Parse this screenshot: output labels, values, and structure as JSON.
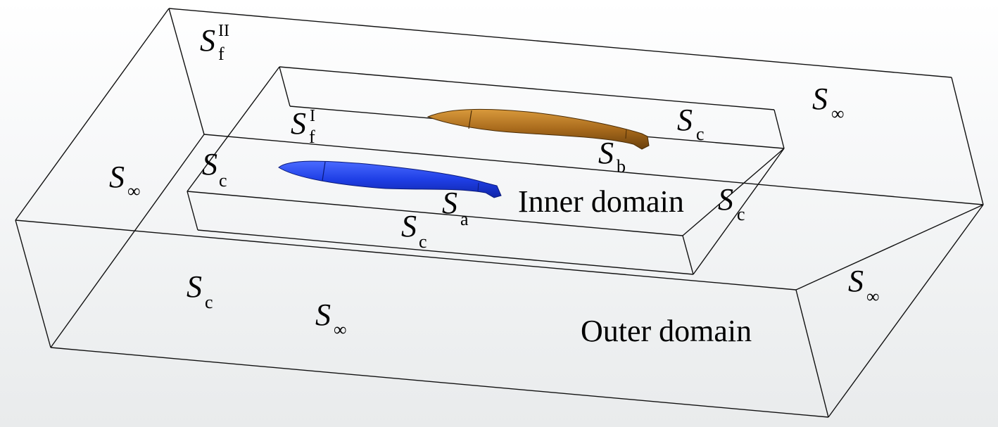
{
  "boundaries": {
    "free_surface_outer": {
      "symbol": "S",
      "sub": "f",
      "sup": "II"
    },
    "free_surface_inner": {
      "symbol": "S",
      "sub": "f",
      "sup": "I"
    },
    "control_surface": {
      "symbol": "S",
      "sub": "c"
    },
    "far_field": {
      "symbol": "S",
      "sub": "∞"
    },
    "body_a": {
      "symbol": "S",
      "sub": "a"
    },
    "body_b": {
      "symbol": "S",
      "sub": "b"
    }
  },
  "domains": {
    "inner": "Inner domain",
    "outer": "Outer domain"
  },
  "colors": {
    "body_a": "#1f3fe6",
    "body_b": "#a86a1c",
    "edges": "#111111"
  }
}
